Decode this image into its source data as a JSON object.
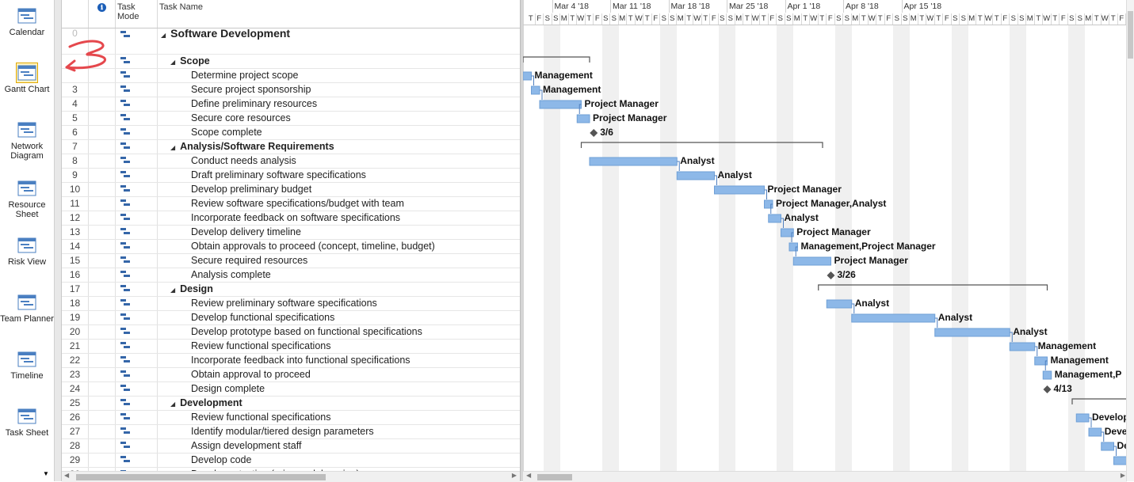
{
  "views": [
    {
      "label": "Calendar",
      "icon": "calendar-icon"
    },
    {
      "label": "Gantt Chart",
      "icon": "gantt-chart-icon",
      "active": true
    },
    {
      "label": "Network Diagram",
      "icon": "network-diagram-icon"
    },
    {
      "label": "Resource Sheet",
      "icon": "resource-sheet-icon"
    },
    {
      "label": "Risk View",
      "icon": "risk-view-icon"
    },
    {
      "label": "Team Planner",
      "icon": "team-planner-icon"
    },
    {
      "label": "Timeline",
      "icon": "timeline-icon"
    },
    {
      "label": "Task Sheet",
      "icon": "task-sheet-icon"
    }
  ],
  "grid": {
    "headers": {
      "info": "ℹ",
      "mode": "Task Mode",
      "name": "Task Name"
    },
    "rows": [
      {
        "id": "0",
        "name": "Software Development",
        "level": 0,
        "summary": true
      },
      {
        "id": "1",
        "name": "Scope",
        "level": 1,
        "summary": true
      },
      {
        "id": "2",
        "name": "Determine project scope",
        "level": 2
      },
      {
        "id": "3",
        "name": "Secure project sponsorship",
        "level": 2
      },
      {
        "id": "4",
        "name": "Define preliminary resources",
        "level": 2
      },
      {
        "id": "5",
        "name": "Secure core resources",
        "level": 2
      },
      {
        "id": "6",
        "name": "Scope complete",
        "level": 2
      },
      {
        "id": "7",
        "name": "Analysis/Software Requirements",
        "level": 1,
        "summary": true
      },
      {
        "id": "8",
        "name": "Conduct needs analysis",
        "level": 2
      },
      {
        "id": "9",
        "name": "Draft preliminary software specifications",
        "level": 2
      },
      {
        "id": "10",
        "name": "Develop preliminary budget",
        "level": 2
      },
      {
        "id": "11",
        "name": "Review software specifications/budget with team",
        "level": 2
      },
      {
        "id": "12",
        "name": "Incorporate feedback on software specifications",
        "level": 2
      },
      {
        "id": "13",
        "name": "Develop delivery timeline",
        "level": 2
      },
      {
        "id": "14",
        "name": "Obtain approvals to proceed (concept, timeline, budget)",
        "level": 2
      },
      {
        "id": "15",
        "name": "Secure required resources",
        "level": 2
      },
      {
        "id": "16",
        "name": "Analysis complete",
        "level": 2
      },
      {
        "id": "17",
        "name": "Design",
        "level": 1,
        "summary": true
      },
      {
        "id": "18",
        "name": "Review preliminary software specifications",
        "level": 2
      },
      {
        "id": "19",
        "name": "Develop functional specifications",
        "level": 2
      },
      {
        "id": "20",
        "name": "Develop prototype based on functional specifications",
        "level": 2
      },
      {
        "id": "21",
        "name": "Review functional specifications",
        "level": 2
      },
      {
        "id": "22",
        "name": "Incorporate feedback into functional specifications",
        "level": 2
      },
      {
        "id": "23",
        "name": "Obtain approval to proceed",
        "level": 2
      },
      {
        "id": "24",
        "name": "Design complete",
        "level": 2
      },
      {
        "id": "25",
        "name": "Development",
        "level": 1,
        "summary": true
      },
      {
        "id": "26",
        "name": "Review functional specifications",
        "level": 2
      },
      {
        "id": "27",
        "name": "Identify modular/tiered design parameters",
        "level": 2
      },
      {
        "id": "28",
        "name": "Assign development staff",
        "level": 2
      },
      {
        "id": "29",
        "name": "Develop code",
        "level": 2
      },
      {
        "id": "30",
        "name": "Developer testing (primary debugging)",
        "level": 2
      }
    ]
  },
  "timescale": {
    "weeks": [
      "Mar 4 '18",
      "Mar 11 '18",
      "Mar 18 '18",
      "Mar 25 '18",
      "Apr 1 '18",
      "Apr 8 '18",
      "Apr 15 '18"
    ],
    "days": [
      "T",
      "F",
      "S",
      "S",
      "M",
      "T",
      "W",
      "T",
      "F",
      "S",
      "S",
      "M",
      "T",
      "W",
      "T",
      "F",
      "S",
      "S",
      "M",
      "T",
      "W",
      "T",
      "F",
      "S",
      "S",
      "M",
      "T",
      "W",
      "T",
      "F",
      "S",
      "S",
      "M",
      "T",
      "W",
      "T",
      "F",
      "S",
      "S",
      "M",
      "T",
      "W",
      "T",
      "F",
      "S",
      "S",
      "M",
      "T",
      "W",
      "T",
      "F",
      "S",
      "S",
      "M",
      "T",
      "W",
      "T",
      "F",
      "S",
      "S",
      "M",
      "T",
      "W",
      "T",
      "F",
      "S",
      "S",
      "M",
      "T",
      "W",
      "T",
      "F",
      "S"
    ]
  },
  "gantt": [
    {
      "row": 1,
      "type": "summary",
      "start": 0,
      "end": 8
    },
    {
      "row": 2,
      "type": "bar",
      "start": 0,
      "end": 1,
      "label": "Management"
    },
    {
      "row": 3,
      "type": "bar",
      "start": 1,
      "end": 2,
      "label": "Management"
    },
    {
      "row": 4,
      "type": "bar",
      "start": 2,
      "end": 7,
      "label": "Project Manager"
    },
    {
      "row": 5,
      "type": "bar",
      "start": 6.5,
      "end": 8,
      "label": "Project Manager"
    },
    {
      "row": 6,
      "type": "milestone",
      "start": 8.5,
      "label": "3/6"
    },
    {
      "row": 7,
      "type": "summary",
      "start": 7,
      "end": 36
    },
    {
      "row": 8,
      "type": "bar",
      "start": 8,
      "end": 18.5,
      "label": "Analyst"
    },
    {
      "row": 9,
      "type": "bar",
      "start": 18.5,
      "end": 23,
      "label": "Analyst"
    },
    {
      "row": 10,
      "type": "bar",
      "start": 23,
      "end": 29,
      "label": "Project Manager"
    },
    {
      "row": 11,
      "type": "bar",
      "start": 29,
      "end": 30,
      "label": "Project Manager,Analyst"
    },
    {
      "row": 12,
      "type": "bar",
      "start": 29.5,
      "end": 31,
      "label": "Analyst"
    },
    {
      "row": 13,
      "type": "bar",
      "start": 31,
      "end": 32.5,
      "label": "Project Manager"
    },
    {
      "row": 14,
      "type": "bar",
      "start": 32,
      "end": 33,
      "label": "Management,Project Manager"
    },
    {
      "row": 15,
      "type": "bar",
      "start": 32.5,
      "end": 37,
      "label": "Project Manager"
    },
    {
      "row": 16,
      "type": "milestone",
      "start": 37,
      "label": "3/26"
    },
    {
      "row": 17,
      "type": "summary",
      "start": 35.5,
      "end": 63
    },
    {
      "row": 18,
      "type": "bar",
      "start": 36.5,
      "end": 39.5,
      "label": "Analyst"
    },
    {
      "row": 19,
      "type": "bar",
      "start": 39.5,
      "end": 49.5,
      "label": "Analyst"
    },
    {
      "row": 20,
      "type": "bar",
      "start": 49.5,
      "end": 58.5,
      "label": "Analyst"
    },
    {
      "row": 21,
      "type": "bar",
      "start": 58.5,
      "end": 61.5,
      "label": "Management"
    },
    {
      "row": 22,
      "type": "bar",
      "start": 61.5,
      "end": 63,
      "label": "Management"
    },
    {
      "row": 23,
      "type": "bar",
      "start": 62.5,
      "end": 63.5,
      "label": "Management,P"
    },
    {
      "row": 24,
      "type": "milestone",
      "start": 63,
      "label": "4/13"
    },
    {
      "row": 25,
      "type": "summary",
      "start": 66,
      "end": 75
    },
    {
      "row": 26,
      "type": "bar",
      "start": 66.5,
      "end": 68,
      "label": "Develop"
    },
    {
      "row": 27,
      "type": "bar",
      "start": 68,
      "end": 69.5,
      "label": "Deve"
    },
    {
      "row": 28,
      "type": "bar",
      "start": 69.5,
      "end": 71,
      "label": "De"
    },
    {
      "row": 29,
      "type": "bar",
      "start": 71,
      "end": 75,
      "label": ""
    }
  ]
}
